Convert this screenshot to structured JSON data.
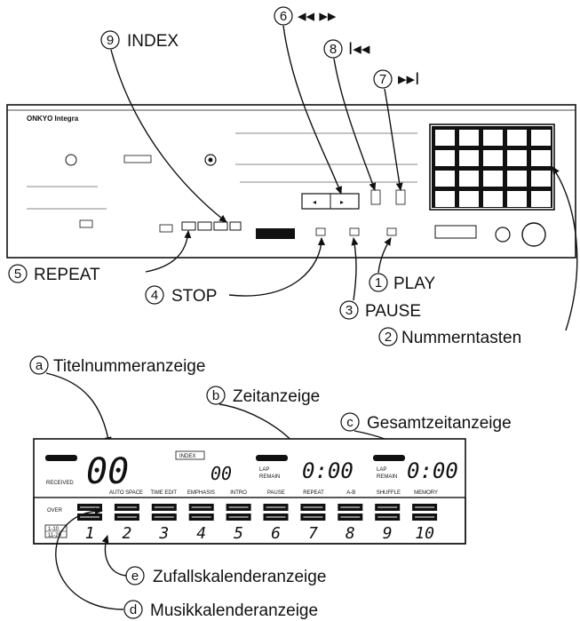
{
  "callouts": {
    "c9": {
      "num": "9",
      "text": "INDEX"
    },
    "c6": {
      "num": "6",
      "text": "◂◂ ▸▸"
    },
    "c8": {
      "num": "8",
      "text": "I◂◂"
    },
    "c7": {
      "num": "7",
      "text": "▸▸I"
    },
    "c5": {
      "num": "5",
      "text": "REPEAT"
    },
    "c4": {
      "num": "4",
      "text": "STOP"
    },
    "c1": {
      "num": "1",
      "text": "PLAY"
    },
    "c3": {
      "num": "3",
      "text": "PAUSE"
    },
    "c2": {
      "num": "2",
      "text": "Nummerntasten"
    },
    "ca": {
      "num": "a",
      "text": "Titelnummeranzeige"
    },
    "cb": {
      "num": "b",
      "text": "Zeitanzeige"
    },
    "cc": {
      "num": "c",
      "text": "Gesamtzeitanzeige"
    },
    "ce": {
      "num": "e",
      "text": "Zufallskalenderanzeige"
    },
    "cd": {
      "num": "d",
      "text": "Musikkalenderanzeige"
    }
  },
  "device": {
    "brand": "ONKYO Integra"
  },
  "display": {
    "track_digits": "00",
    "index_label": "INDEX",
    "index_digits": "00",
    "lap": "LAP",
    "remain": "REMAIN",
    "time1": "0:00",
    "time2": "0:00",
    "received": "RECEIVED",
    "over": "OVER",
    "funcs": [
      "AUTO SPACE",
      "TIME EDIT",
      "EMPHASIS",
      "INTRO",
      "PAUSE",
      "REPEAT",
      "A-B",
      "SHUFFLE",
      "MEMORY"
    ],
    "numbers": [
      "1",
      "2",
      "3",
      "4",
      "5",
      "6",
      "7",
      "8",
      "9",
      "10"
    ],
    "range1": "1-10",
    "range2": "11-20"
  }
}
